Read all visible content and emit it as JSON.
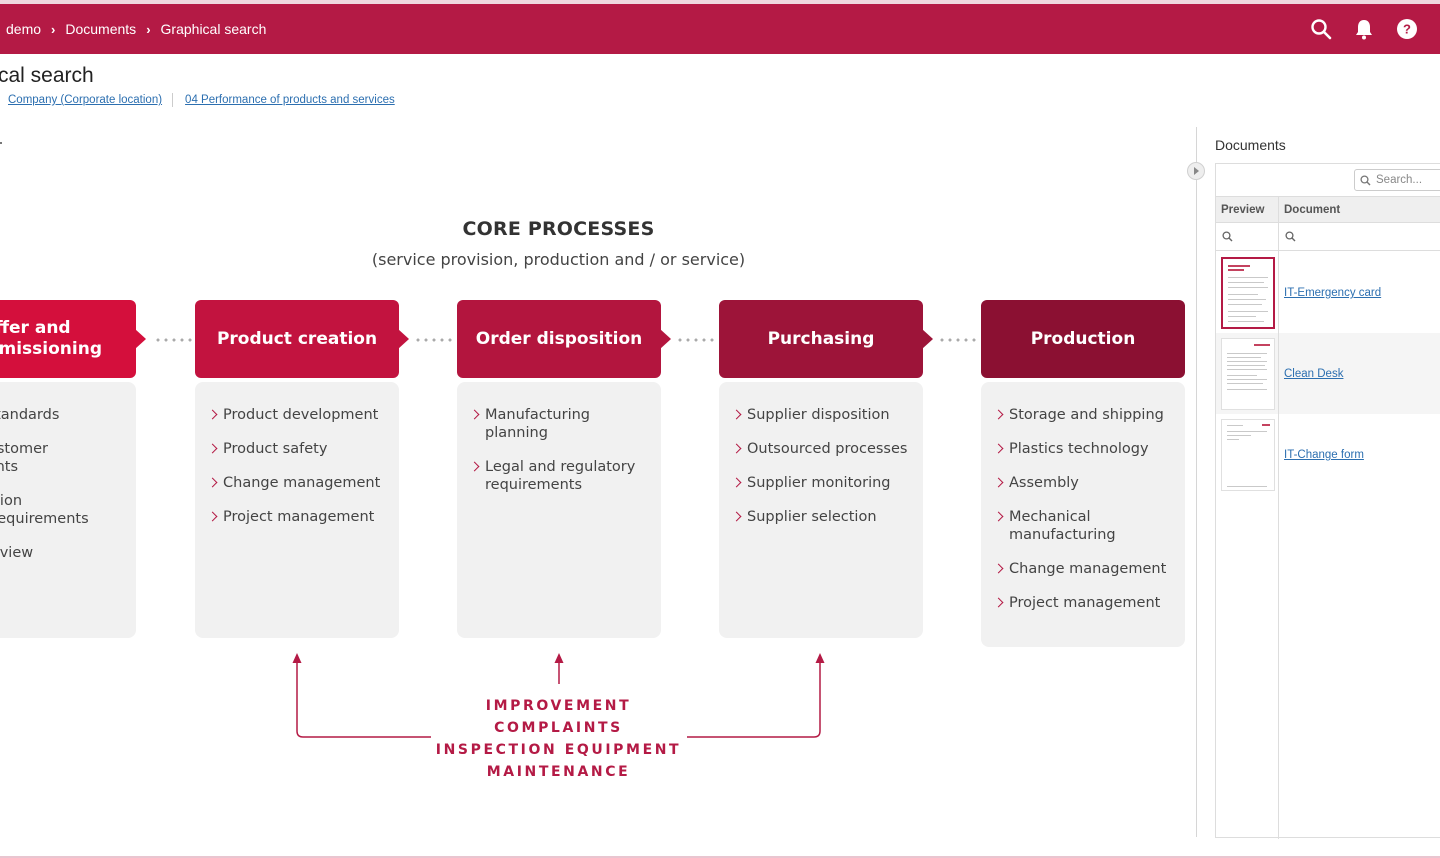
{
  "colors": {
    "brand": "#b41a45",
    "proc_offer": "#d40f3c",
    "proc_product": "#c2133f",
    "proc_order": "#b3153e",
    "proc_purchasing": "#9d1439",
    "proc_production": "#8b1032",
    "link": "#2c6fb0",
    "box_bg": "#f1f1f1"
  },
  "topbar": {
    "breadcrumb": [
      "demo",
      "Documents",
      "Graphical search"
    ],
    "icons": [
      "search-icon",
      "bell-icon",
      "help-icon"
    ]
  },
  "page": {
    "title": "cal search",
    "links": [
      "Company (Corporate location)",
      "04 Performance of products and services"
    ]
  },
  "diagram": {
    "title": "CORE PROCESSES",
    "subtitle": "(service provision, production and / or service)",
    "processes": [
      {
        "label": "Offer and\nmmissioning",
        "items": [
          "ical standards",
          "fic customer\nrements",
          "mination\nmer requirements",
          "act review"
        ]
      },
      {
        "label": "Product creation",
        "items": [
          "Product development",
          "Product safety",
          "Change management",
          "Project management"
        ]
      },
      {
        "label": "Order disposition",
        "items": [
          "Manufacturing\nplanning",
          "Legal and regulatory\nrequirements"
        ]
      },
      {
        "label": "Purchasing",
        "items": [
          "Supplier disposition",
          "Outsourced processes",
          "Supplier monitoring",
          "Supplier selection"
        ]
      },
      {
        "label": "Production",
        "items": [
          "Storage and shipping",
          "Plastics technology",
          "Assembly",
          "Mechanical\nmanufacturing",
          "Change management",
          "Project management"
        ]
      }
    ],
    "feedback": [
      "IMPROVEMENT",
      "COMPLAINTS",
      "INSPECTION EQUIPMENT",
      "MAINTENANCE"
    ]
  },
  "documents": {
    "title": "Documents",
    "search_placeholder": "Search...",
    "columns": [
      "Preview",
      "Document"
    ],
    "rows": [
      {
        "name": "IT-Emergency card"
      },
      {
        "name": "Clean Desk"
      },
      {
        "name": "IT-Change form"
      }
    ]
  }
}
